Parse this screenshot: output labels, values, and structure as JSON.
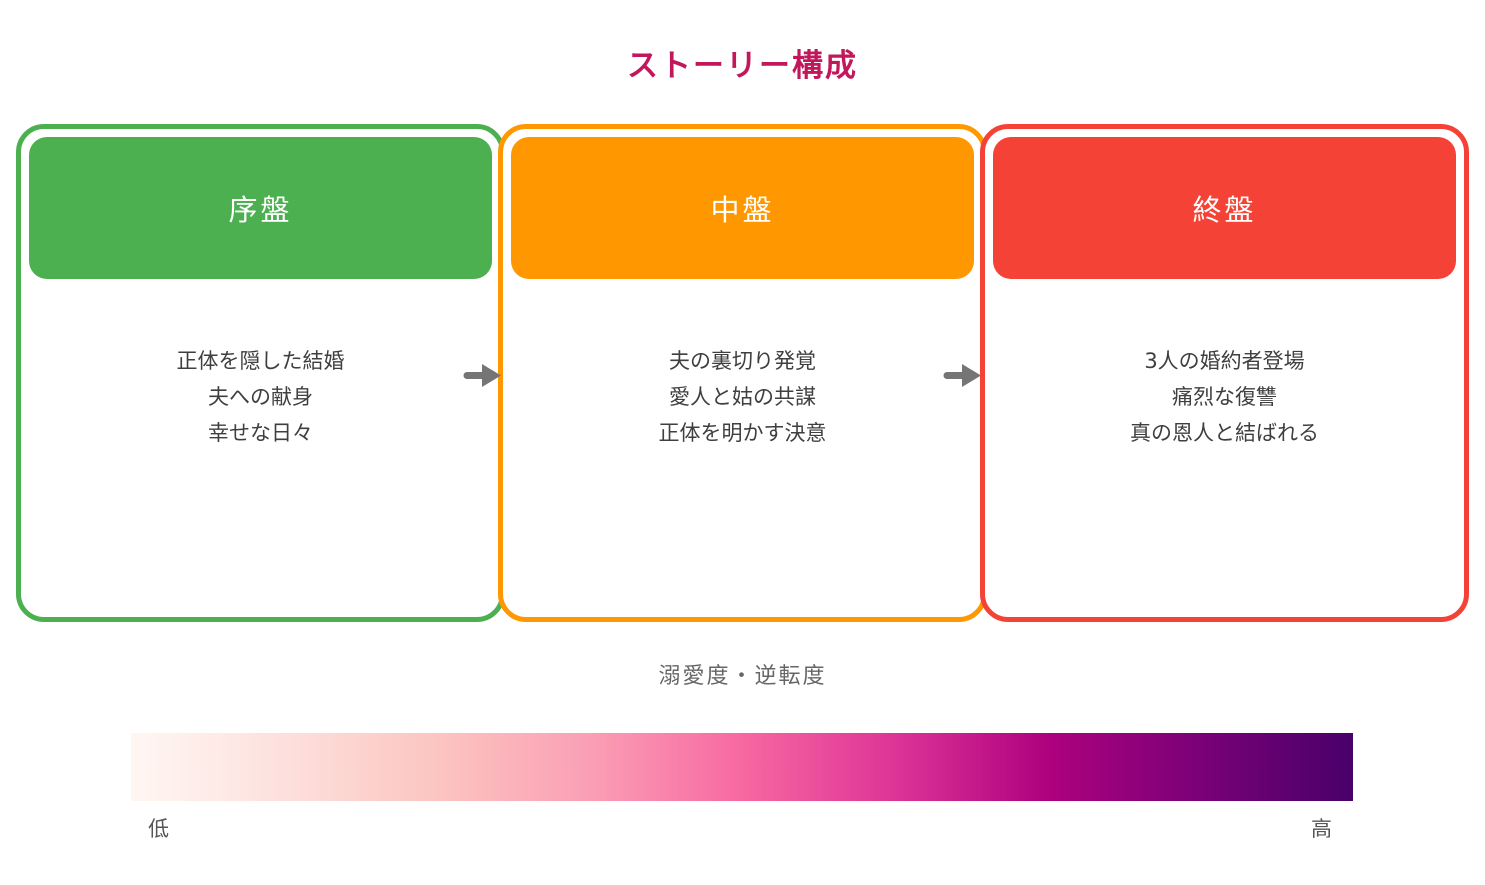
{
  "title": {
    "text": "ストーリー構成",
    "color": "#C2185B"
  },
  "panels": [
    {
      "header": "序盤",
      "color": "#4CAF50",
      "lines": [
        "正体を隠した結婚",
        "夫への献身",
        "幸せな日々"
      ]
    },
    {
      "header": "中盤",
      "color": "#FF9800",
      "lines": [
        "夫の裏切り発覚",
        "愛人と姑の共謀",
        "正体を明かす決意"
      ]
    },
    {
      "header": "終盤",
      "color": "#F44336",
      "lines": [
        "3人の婚約者登場",
        "痛烈な復讐",
        "真の恩人と結ばれる"
      ]
    }
  ],
  "arrows": {
    "count": 2,
    "color": "#757575",
    "direction": "right"
  },
  "scale": {
    "label": "溺愛度・逆転度",
    "low": "低",
    "high": "高",
    "text_color": "#3f3f3f",
    "gradient": [
      "#fff7f3",
      "#fde0dd",
      "#fcc5c0",
      "#fa9fb5",
      "#f768a1",
      "#dd3497",
      "#ae017e",
      "#7a0177",
      "#49006a"
    ]
  }
}
